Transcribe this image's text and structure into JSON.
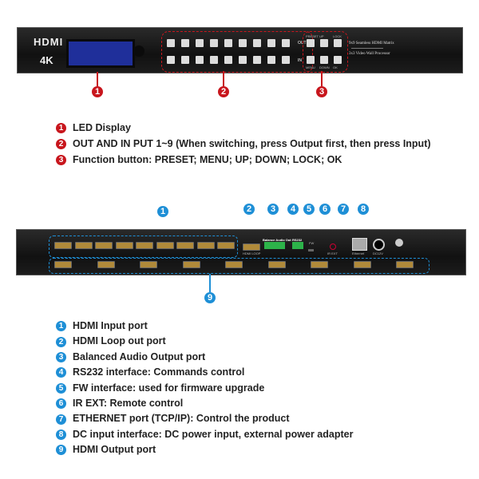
{
  "front": {
    "logo": "HDMI",
    "res": "4K",
    "out_label": "OUT",
    "in_label": "IN",
    "fn_top": [
      "PRESET",
      "UP",
      "LOCK"
    ],
    "fn_bottom": [
      "MENU",
      "DOWN",
      "OK"
    ],
    "title1": "9x9 Seamless HDMI Matrix",
    "title2": "3x3 Video Wall Processor"
  },
  "front_legend": [
    {
      "n": "1",
      "text": "LED Display"
    },
    {
      "n": "2",
      "text": "OUT AND IN PUT 1~9 (When switching, press Output first, then press Input)"
    },
    {
      "n": "3",
      "text": "Function button: PRESET; MENU; UP; DOWN; LOCK; OK"
    }
  ],
  "back": {
    "audio_label": "Balance Audio Out",
    "rs232_label": "RS232",
    "fw_label": "FW",
    "ir_label": "IR EXT",
    "eth_label": "Ethernet",
    "dc_label": "DC12V",
    "loop_label": "HDMI LOOP"
  },
  "back_legend": [
    {
      "n": "1",
      "text": "HDMI Input port"
    },
    {
      "n": "2",
      "text": "HDMI Loop out port"
    },
    {
      "n": "3",
      "text": "Balanced Audio Output port"
    },
    {
      "n": "4",
      "text": "RS232 interface: Commands control"
    },
    {
      "n": "5",
      "text": "FW interface: used for firmware upgrade"
    },
    {
      "n": "6",
      "text": "IR EXT: Remote control"
    },
    {
      "n": "7",
      "text": "ETHERNET port (TCP/IP): Control the product"
    },
    {
      "n": "8",
      "text": "DC input interface: DC power input, external power adapter"
    },
    {
      "n": "9",
      "text": "HDMI Output port"
    }
  ],
  "colors": {
    "red": "#c8161d",
    "blue": "#1e8fd6"
  }
}
